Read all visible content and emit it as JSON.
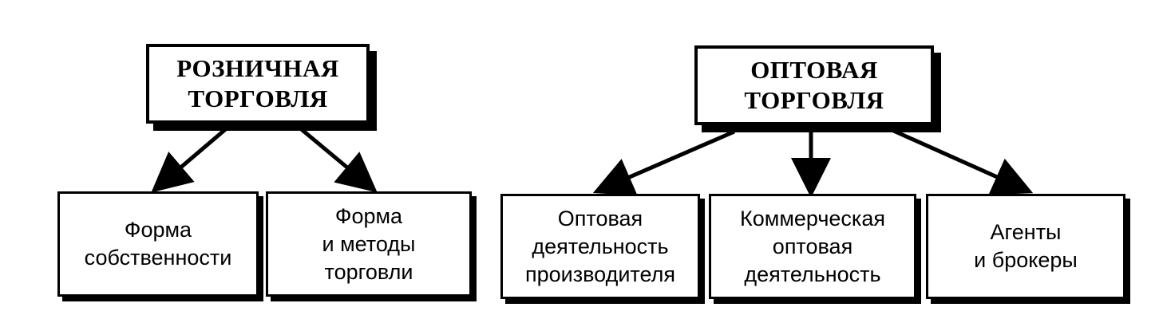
{
  "retail": {
    "title_lines": [
      "РОЗНИЧНАЯ",
      "ТОРГОВЛЯ"
    ],
    "children": [
      {
        "lines": [
          "Форма",
          "собственности"
        ]
      },
      {
        "lines": [
          "Форма",
          "и методы",
          "торговли"
        ]
      }
    ]
  },
  "wholesale": {
    "title_lines": [
      "ОПТОВАЯ",
      "ТОРГОВЛЯ"
    ],
    "children": [
      {
        "lines": [
          "Оптовая",
          "деятельность",
          "производителя"
        ]
      },
      {
        "lines": [
          "Коммерческая",
          "оптовая",
          "деятельность"
        ]
      },
      {
        "lines": [
          "Агенты",
          "и брокеры"
        ]
      }
    ]
  }
}
